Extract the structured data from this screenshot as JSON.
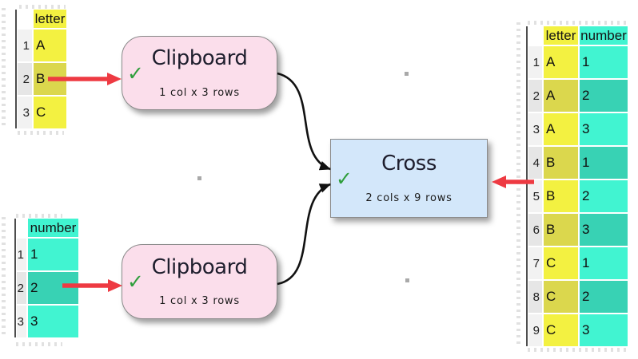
{
  "diagram": {
    "check_glyph": "✓",
    "nodes": {
      "clipboard_top": {
        "title": "Clipboard",
        "subtitle": "1 col x 3 rows"
      },
      "clipboard_bottom": {
        "title": "Clipboard",
        "subtitle": "1 col x 3 rows"
      },
      "cross": {
        "title": "Cross",
        "subtitle": "2 cols x 9 rows"
      }
    }
  },
  "tables": {
    "letter_input": {
      "columns": [
        {
          "label": "letter",
          "color": "#f3f141",
          "alt_color": "#dbd74d"
        }
      ],
      "rows": [
        {
          "num": "1",
          "cells": [
            "A"
          ]
        },
        {
          "num": "2",
          "cells": [
            "B"
          ]
        },
        {
          "num": "3",
          "cells": [
            "C"
          ]
        }
      ]
    },
    "number_input": {
      "columns": [
        {
          "label": "number",
          "color": "#41f4d1",
          "alt_color": "#38d2b4"
        }
      ],
      "rows": [
        {
          "num": "1",
          "cells": [
            "1"
          ]
        },
        {
          "num": "2",
          "cells": [
            "2"
          ]
        },
        {
          "num": "3",
          "cells": [
            "3"
          ]
        }
      ]
    },
    "cross_output": {
      "columns": [
        {
          "label": "letter",
          "color": "#f3f141",
          "alt_color": "#dbd74d"
        },
        {
          "label": "number",
          "color": "#41f4d1",
          "alt_color": "#38d2b4"
        }
      ],
      "rows": [
        {
          "num": "1",
          "cells": [
            "A",
            "1"
          ]
        },
        {
          "num": "2",
          "cells": [
            "A",
            "2"
          ]
        },
        {
          "num": "3",
          "cells": [
            "A",
            "3"
          ]
        },
        {
          "num": "4",
          "cells": [
            "B",
            "1"
          ]
        },
        {
          "num": "5",
          "cells": [
            "B",
            "2"
          ]
        },
        {
          "num": "6",
          "cells": [
            "B",
            "3"
          ]
        },
        {
          "num": "7",
          "cells": [
            "C",
            "1"
          ]
        },
        {
          "num": "8",
          "cells": [
            "C",
            "2"
          ]
        },
        {
          "num": "9",
          "cells": [
            "C",
            "3"
          ]
        }
      ]
    }
  },
  "colors": {
    "node_pink": "#fbdeeb",
    "node_blue": "#d3e7fa",
    "node_border": "#8b8b8b",
    "check_green": "#2f9e3c",
    "annotation_red": "#ee3a42",
    "connector_black": "#111111",
    "row_number_bg": "#f2f2f2",
    "row_number_alt_bg": "#e6e6e6"
  }
}
